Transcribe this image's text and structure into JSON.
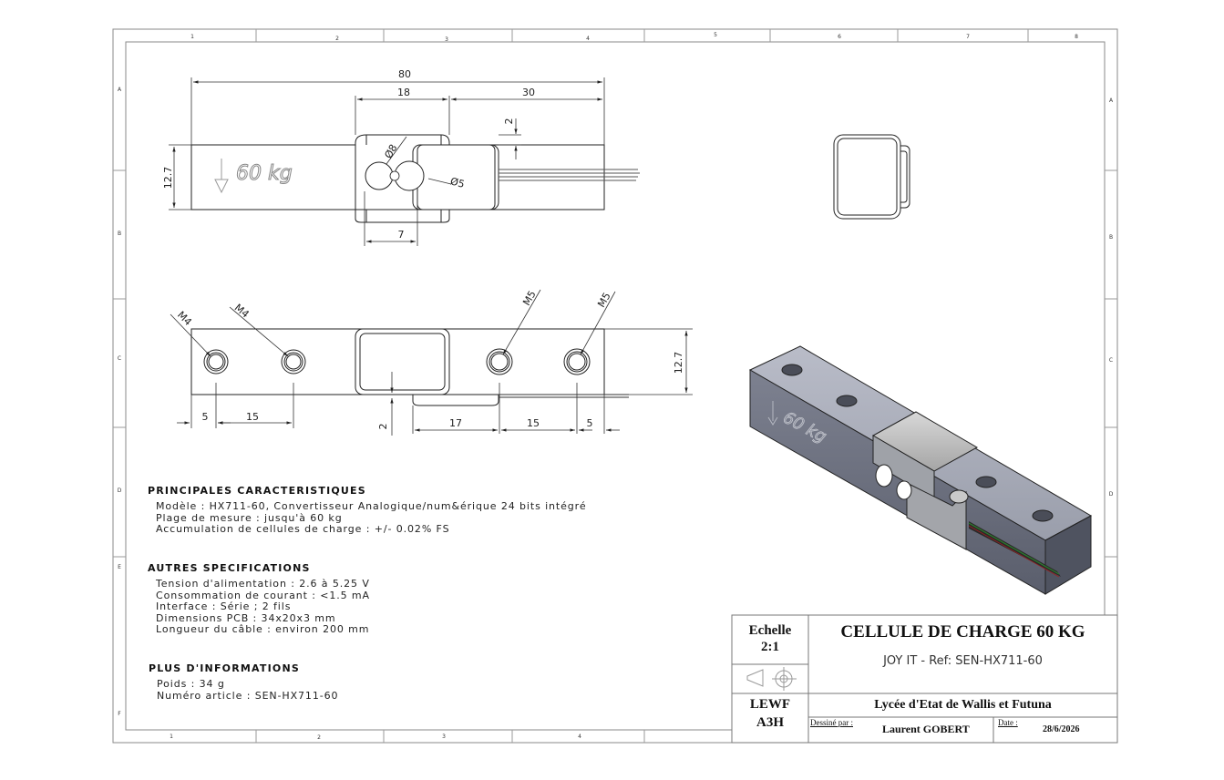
{
  "title_block": {
    "scale_label": "Echelle",
    "scale_value": "2:1",
    "org_code": "LEWF",
    "sheet_format": "A3H",
    "drawing_title": "CELLULE DE CHARGE 60 KG",
    "subtitle": "JOY IT - Ref: SEN-HX711-60",
    "school": "Lycée d'Etat de Wallis et Futuna",
    "drawn_by_label": "Dessiné par :",
    "drawn_by": "Laurent GOBERT",
    "date_label": "Date :",
    "date": "28/6/2026"
  },
  "border": {
    "top_numbers": [
      "1",
      "2",
      "3",
      "4",
      "5",
      "6",
      "7",
      "8"
    ],
    "bottom_numbers": [
      "1",
      "2",
      "3",
      "4"
    ],
    "side_letters": [
      "A",
      "B",
      "C",
      "D",
      "E",
      "F"
    ]
  },
  "views": {
    "front": {
      "engraving": "60 kg",
      "dims": {
        "overall": "80",
        "d18": "18",
        "d30": "30",
        "d2": "2",
        "d12_7": "12.7",
        "d7": "7",
        "hole_a": "Ø8",
        "hole_b": "Ø5"
      }
    },
    "bottom": {
      "dims": {
        "m4a": "M4",
        "m4b": "M4",
        "m5a": "M5",
        "m5b": "M5",
        "d5a": "5",
        "d15a": "15",
        "d2": "2",
        "d17": "17",
        "d15b": "15",
        "d5b": "5",
        "d12_7": "12.7"
      }
    },
    "iso": {
      "engraving": "60 kg"
    }
  },
  "specs": {
    "main": {
      "heading": "PRINCIPALES CARACTERISTIQUES",
      "lines": [
        "Modèle : HX711-60, Convertisseur Analogique/num&érique 24 bits intégré",
        "Plage de mesure : jusqu'à 60 kg",
        "Accumulation de cellules de charge : +/- 0.02% FS"
      ]
    },
    "other": {
      "heading": "AUTRES SPECIFICATIONS",
      "lines": [
        "Tension d'alimentation : 2.6 à 5.25 V",
        "Consommation de courant : <1.5 mA",
        "Interface : Série ; 2 fils",
        "Dimensions PCB : 34x20x3 mm",
        "Longueur du câble : environ 200 mm"
      ]
    },
    "more": {
      "heading": "PLUS D'INFORMATIONS",
      "lines": [
        "Poids : 34 g",
        "Numéro article : SEN-HX711-60"
      ]
    }
  }
}
